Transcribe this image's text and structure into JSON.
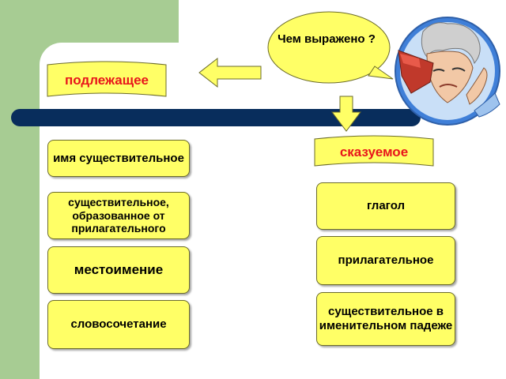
{
  "question": "Чем выражено ?",
  "subject": {
    "label": "подлежащее",
    "items": [
      "имя существительное",
      "существительное, образованное от прилагательного",
      "местоимение",
      "словосочетание"
    ]
  },
  "predicate": {
    "label": "сказуемое",
    "items": [
      "глагол",
      "прилагательное",
      "существительное в именительном падеже"
    ]
  },
  "colors": {
    "box_fill": "#ffff66",
    "label_text": "#e8151b",
    "bar": "#082d5c",
    "green_strip": "#a7cc93",
    "arrow": "#ffff66"
  },
  "icons": [
    "thinking-man-icon",
    "arrow-left-icon",
    "arrow-down-icon"
  ]
}
